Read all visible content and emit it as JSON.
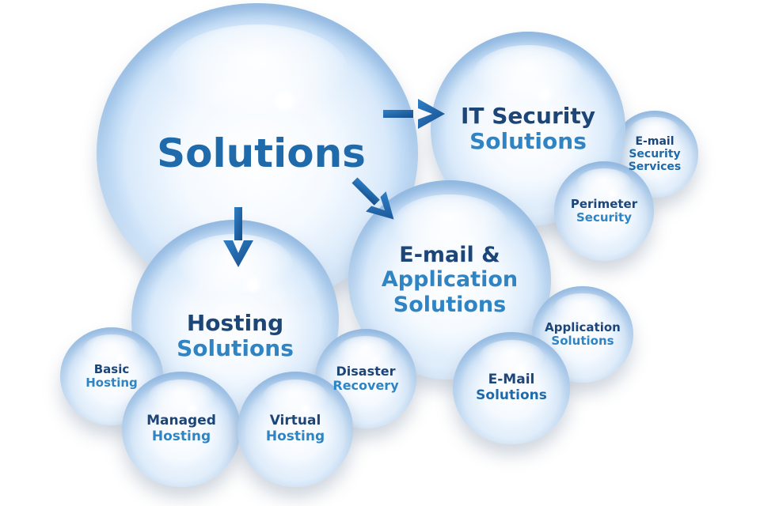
{
  "main": {
    "title": "Solutions"
  },
  "it_security": {
    "line1": "IT Security",
    "line2": "Solutions"
  },
  "email_app": {
    "line1": "E-mail &",
    "line2": "Application",
    "line3": "Solutions"
  },
  "hosting": {
    "line1": "Hosting",
    "line2": "Solutions"
  },
  "email_security": {
    "line1": "E-mail",
    "line2": "Security",
    "line3": "Services"
  },
  "perimeter": {
    "line1": "Perimeter",
    "line2": "Security"
  },
  "application": {
    "line1": "Application",
    "line2": "Solutions"
  },
  "email_solutions": {
    "line1": "E-Mail",
    "line2": "Solutions"
  },
  "disaster": {
    "line1": "Disaster",
    "line2": "Recovery"
  },
  "basic": {
    "line1": "Basic",
    "line2": "Hosting"
  },
  "managed": {
    "line1": "Managed",
    "line2": "Hosting"
  },
  "virtual": {
    "line1": "Virtual",
    "line2": "Hosting"
  },
  "colors": {
    "dark_text": "#1d4678",
    "light_text": "#2f84c4",
    "arrow": "#1f5f9e"
  }
}
